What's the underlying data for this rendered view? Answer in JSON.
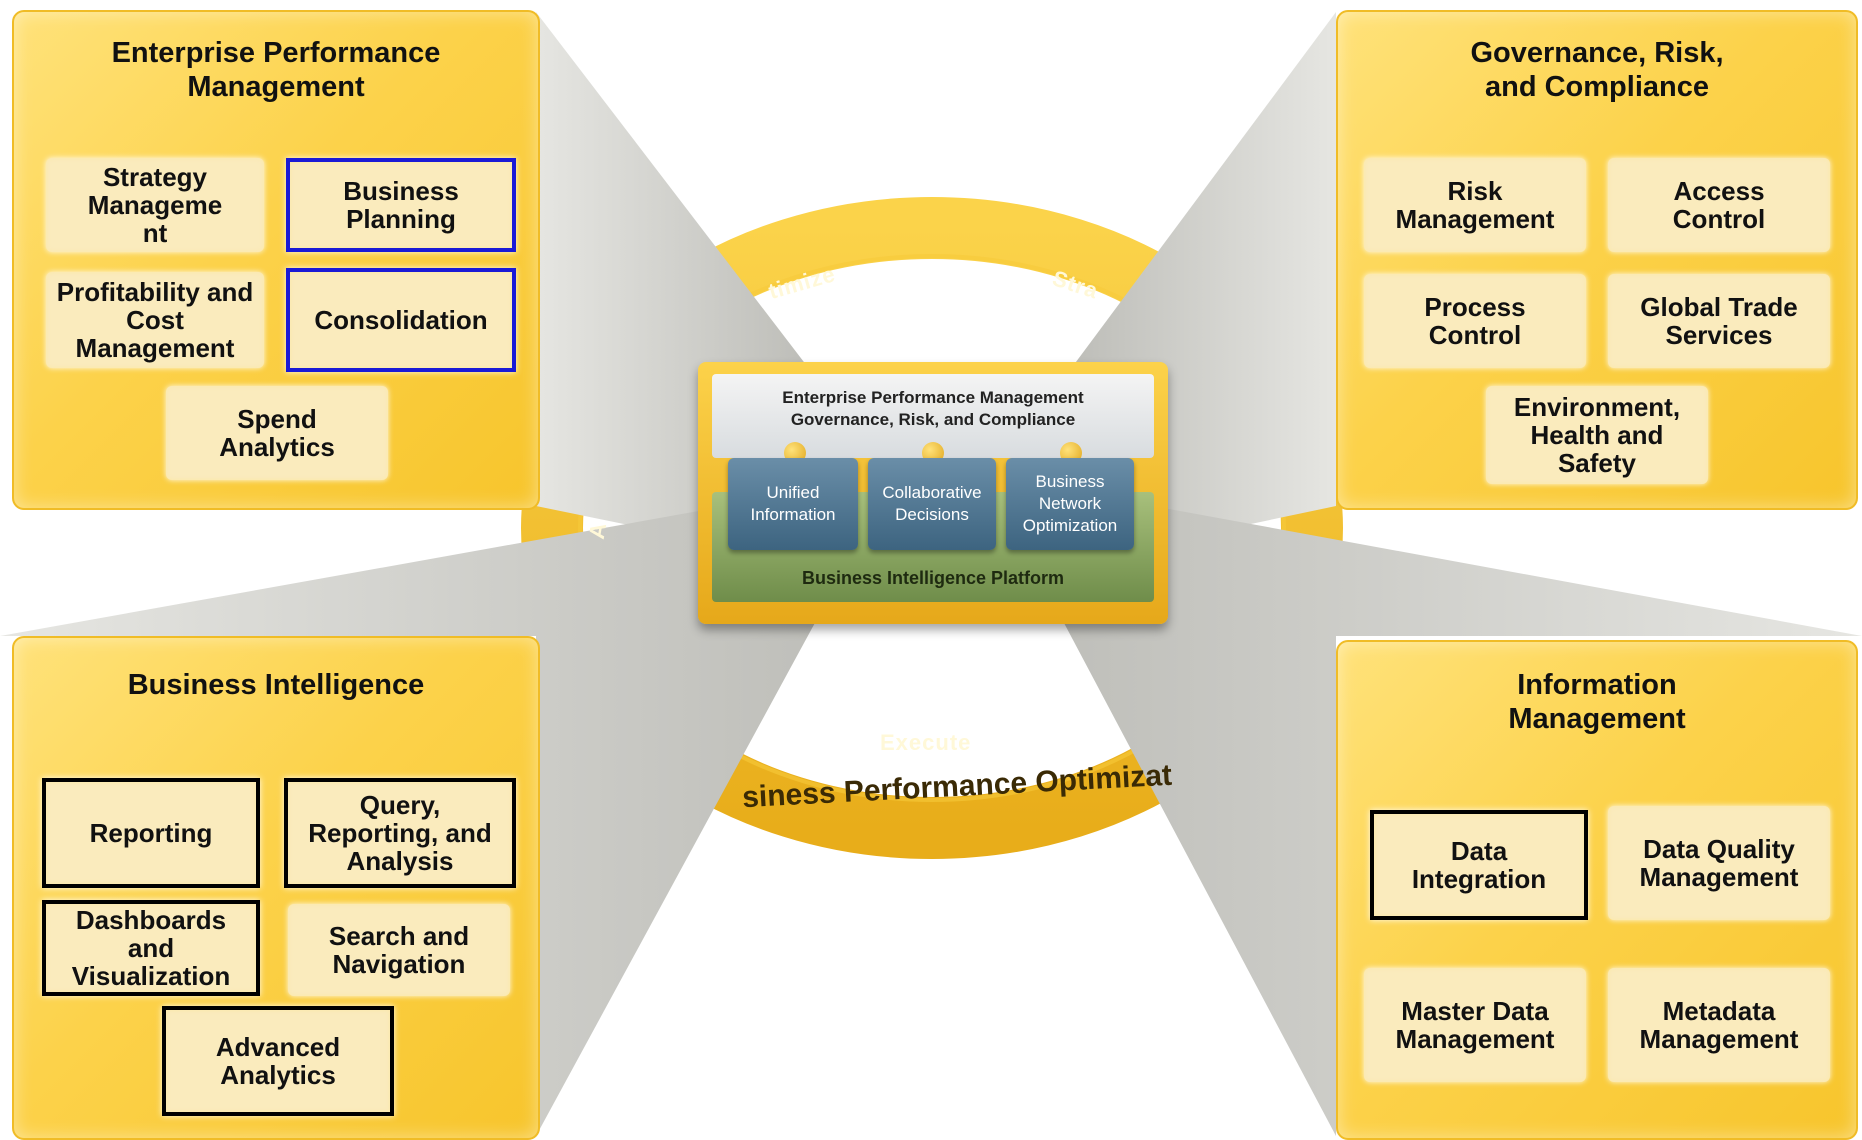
{
  "center": {
    "header_line1": "Enterprise Performance Management",
    "header_line2": "Governance, Risk, and Compliance",
    "tiles": [
      "Unified\nInformation",
      "Collaborative\nDecisions",
      "Business\nNetwork\nOptimization"
    ],
    "platform": "Business Intelligence Platform"
  },
  "ring": {
    "label_optimize": "timize",
    "label_strategize": "Stra",
    "label_analyze": "A",
    "label_execute": "Execute",
    "label_bottom": "siness Performance Optimizat"
  },
  "panels": {
    "epm": {
      "title": "Enterprise Performance\nManagement",
      "items": [
        {
          "label": "Strategy\nManageme\nnt",
          "highlight": "none"
        },
        {
          "label": "Business\nPlanning",
          "highlight": "blue"
        },
        {
          "label": "Profitability and\nCost\nManagement",
          "highlight": "none"
        },
        {
          "label": "Consolidation",
          "highlight": "blue"
        },
        {
          "label": "Spend\nAnalytics",
          "highlight": "none"
        }
      ]
    },
    "grc": {
      "title": "Governance, Risk,\nand Compliance",
      "items": [
        {
          "label": "Risk\nManagement",
          "highlight": "none"
        },
        {
          "label": "Access\nControl",
          "highlight": "none"
        },
        {
          "label": "Process\nControl",
          "highlight": "none"
        },
        {
          "label": "Global Trade\nServices",
          "highlight": "none"
        },
        {
          "label": "Environment,\nHealth and\nSafety",
          "highlight": "none"
        }
      ]
    },
    "bi": {
      "title": "Business Intelligence",
      "items": [
        {
          "label": "Reporting",
          "highlight": "black"
        },
        {
          "label": "Query,\nReporting, and\nAnalysis",
          "highlight": "black"
        },
        {
          "label": "Dashboards\nand\nVisualization",
          "highlight": "black"
        },
        {
          "label": "Search and\nNavigation",
          "highlight": "none"
        },
        {
          "label": "Advanced\nAnalytics",
          "highlight": "black"
        }
      ]
    },
    "im": {
      "title": "Information\nManagement",
      "items": [
        {
          "label": "Data\nIntegration",
          "highlight": "black"
        },
        {
          "label": "Data Quality\nManagement",
          "highlight": "none"
        },
        {
          "label": "Master Data\nManagement",
          "highlight": "none"
        },
        {
          "label": "Metadata\nManagement",
          "highlight": "none"
        }
      ]
    }
  },
  "colors": {
    "panel_yellow": "#fcd24a",
    "box_fill": "#faebbd",
    "highlight_blue": "#1a1ad6",
    "highlight_black": "#000000",
    "tile_blue": "#4f7591",
    "platform_green": "#7c9b55",
    "beam_gray": "#c8c8c4"
  }
}
